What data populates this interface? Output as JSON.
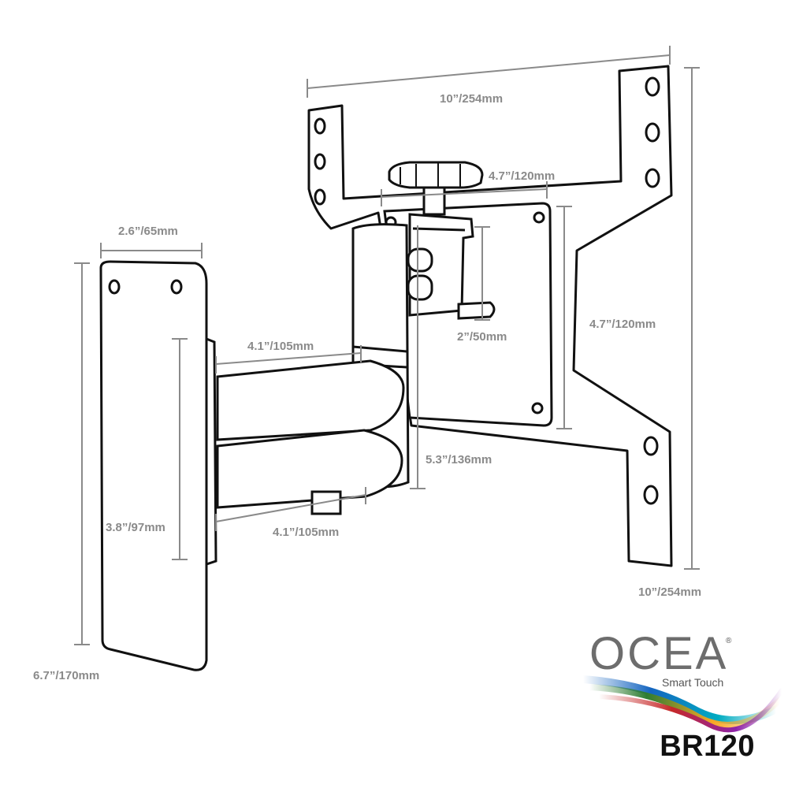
{
  "diagram": {
    "dimensions": {
      "plate_width": "10”/254mm",
      "plate_height": "10”/254mm",
      "vesa_width": "4.7”/120mm",
      "vesa_height": "4.7”/120mm",
      "tilt_height": "2”/50mm",
      "arm_upper": "4.1”/105mm",
      "arm_lower": "4.1”/105mm",
      "wall_plate_width": "2.6”/65mm",
      "wall_plate_height": "6.7”/170mm",
      "wall_hole_spacing": "3.8”/97mm",
      "head_drop": "5.3”/136mm"
    },
    "colors": {
      "line": "#111111",
      "dimension": "#8a8a8a"
    }
  },
  "brand": {
    "name": "OCEA",
    "registered": "®",
    "tagline": "Smart Touch",
    "color": "#6d6d6d",
    "ribbon_colors": [
      "#1565c0",
      "#2e7d32",
      "#f9a825",
      "#c62828",
      "#8e24aa",
      "#00acc1"
    ]
  },
  "model": "BR120"
}
